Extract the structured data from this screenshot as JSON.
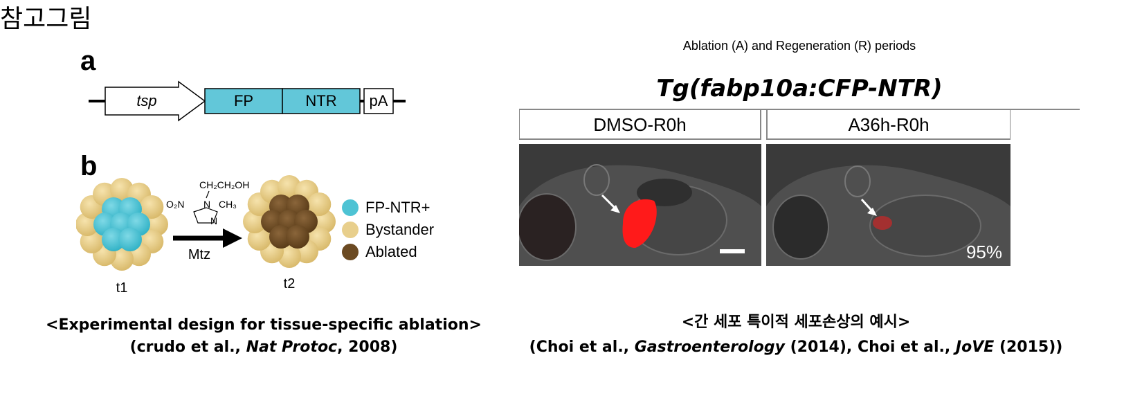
{
  "page_title": "참고그림",
  "left_figure": {
    "panel_a_letter": "a",
    "panel_b_letter": "b",
    "construct": {
      "promoter": "tsp",
      "fp": "FP",
      "ntr": "NTR",
      "pa": "pA",
      "fill_color": "#62c7d9"
    },
    "schematic": {
      "chem_top": "CH₂CH₂OH",
      "chem_left": "O₂N",
      "chem_right": "CH₃",
      "chem_n_top": "N",
      "chem_n_bottom": "N",
      "arrow_label": "Mtz",
      "t1_label": "t1",
      "t2_label": "t2"
    },
    "legend": [
      {
        "label": "FP-NTR+",
        "color": "#4ec3d4"
      },
      {
        "label": "Bystander",
        "color": "#e8cf8c"
      },
      {
        "label": "Ablated",
        "color": "#6b4a22"
      }
    ],
    "caption_line1": "<Experimental design for tissue-specific ablation>",
    "caption_line2_pre": "(crudo et al., ",
    "caption_line2_journal": "Nat Protoc",
    "caption_line2_post": ", 2008)"
  },
  "right_figure": {
    "top_label": "Ablation (A) and Regeneration (R) periods",
    "transgene_title": "Tg(fabp10a:CFP-NTR)",
    "col_left_header": "DMSO-R0h",
    "col_right_header": "A36h-R0h",
    "percent_label": "95%",
    "signal_color": "#ff1a1a",
    "caption_line1": "<간 세포 특이적 세포손상의 예시>",
    "caption_line2_pre": "(Choi et al., ",
    "caption_line2_journal1": "Gastroenterology",
    "caption_line2_mid": " (2014), Choi et al., ",
    "caption_line2_journal2": "JoVE",
    "caption_line2_post": " (2015))"
  }
}
